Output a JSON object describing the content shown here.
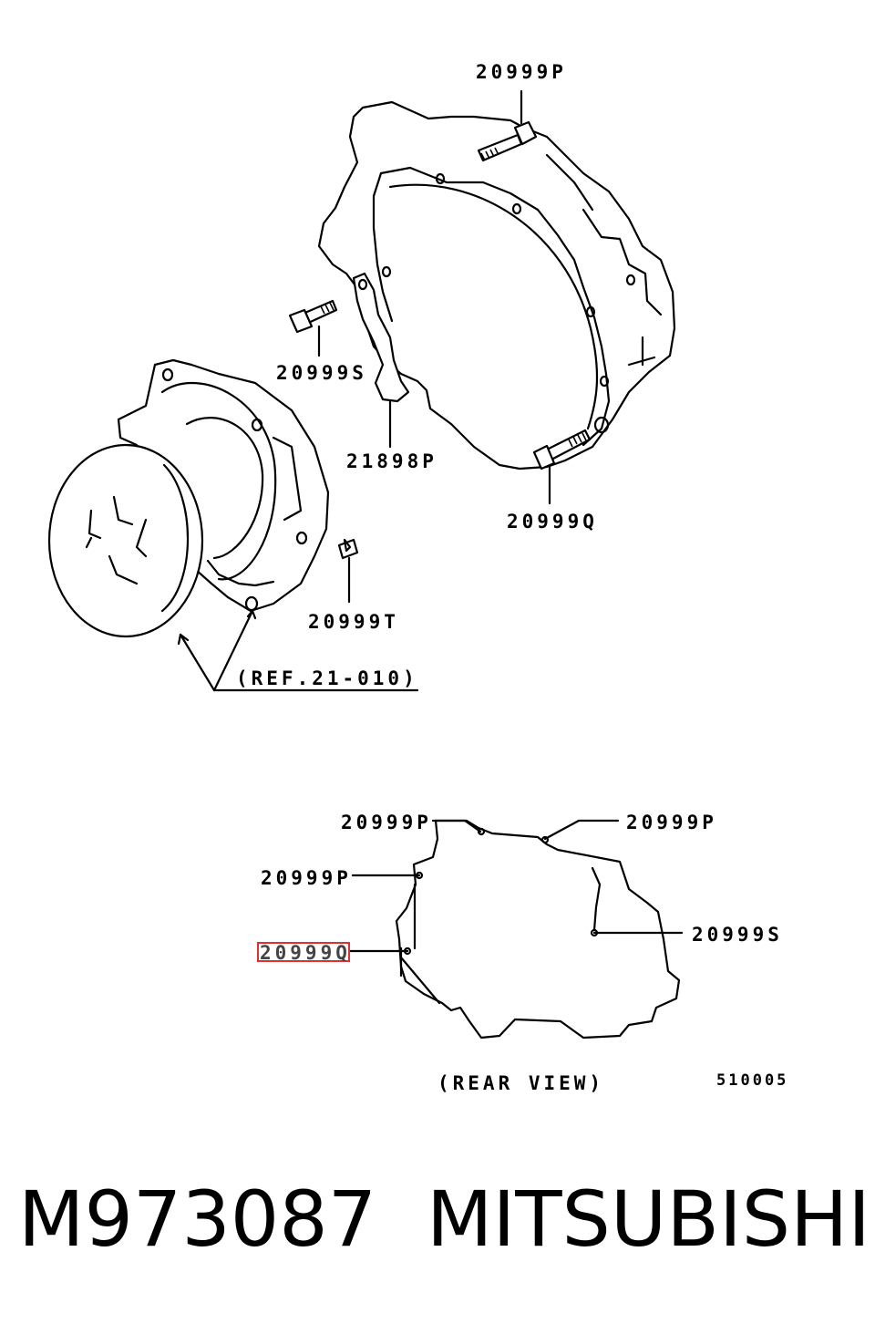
{
  "labels": {
    "top_bolt": "20999P",
    "left_bolt": "20999S",
    "bracket": "21898P",
    "bottom_bolt": "20999Q",
    "small_bolt": "20999T",
    "ref": "(REF.21-010)",
    "rear_p_top_left": "20999P",
    "rear_p_top_right": "20999P",
    "rear_p_left": "20999P",
    "rear_q_highlighted": "20999Q",
    "rear_s": "20999S",
    "rear_view": "(REAR VIEW)",
    "fig_number": "510005"
  },
  "footer": {
    "part_number": "M973087",
    "brand": "MITSUBISHI"
  },
  "highlight_color": "#e03030"
}
